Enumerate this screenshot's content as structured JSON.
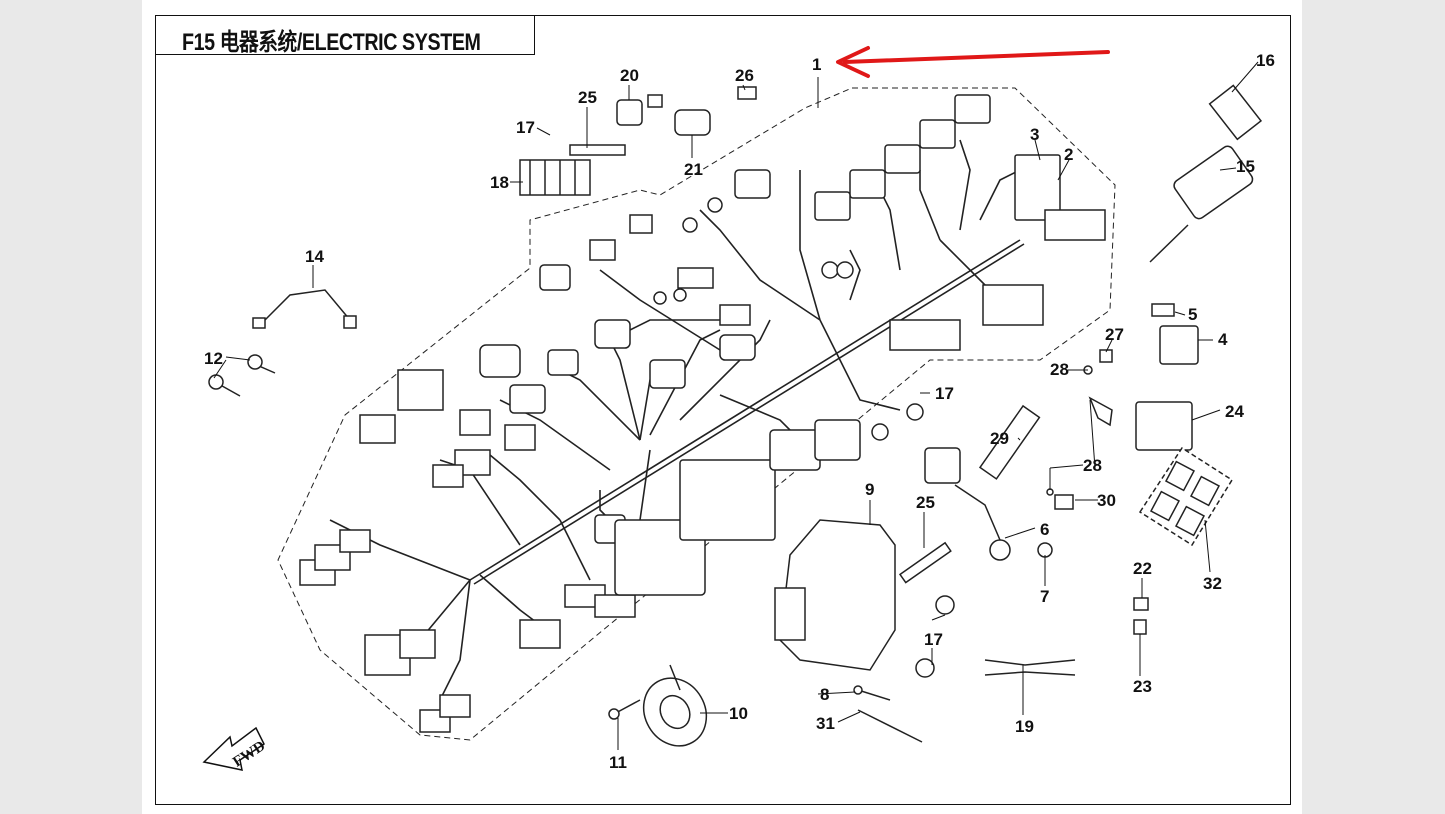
{
  "title": "F15 电器系统/ELECTRIC SYSTEM",
  "direction_label": "FWD",
  "accent_color": "#e01818",
  "callouts": {
    "c1": "1",
    "c2": "2",
    "c3": "3",
    "c4": "4",
    "c5": "5",
    "c6": "6",
    "c7": "7",
    "c8": "8",
    "c9": "9",
    "c10": "10",
    "c11": "11",
    "c12": "12",
    "c14": "14",
    "c15": "15",
    "c16": "16",
    "c17a": "17",
    "c17b": "17",
    "c17c": "17",
    "c18": "18",
    "c19": "19",
    "c20": "20",
    "c21": "21",
    "c22": "22",
    "c23": "23",
    "c24": "24",
    "c25a": "25",
    "c25b": "25",
    "c26": "26",
    "c27": "27",
    "c28a": "28",
    "c28b": "28",
    "c29": "29",
    "c30": "30",
    "c31": "31",
    "c32": "32"
  }
}
